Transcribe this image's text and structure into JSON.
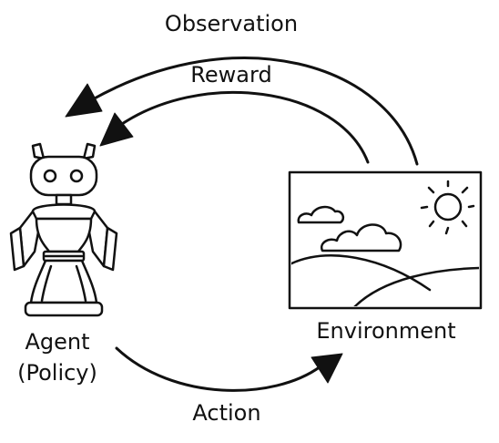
{
  "diagram": {
    "labels": {
      "observation": "Observation",
      "reward": "Reward",
      "action": "Action",
      "environment": "Environment",
      "agent_line1": "Agent",
      "agent_line2": "(Policy)"
    },
    "icons": {
      "agent": "robot-icon",
      "environment": "landscape-picture-icon",
      "sun": "sun-icon",
      "cloud": "cloud-icon",
      "arrow": "arrow-icon"
    },
    "colors": {
      "ink": "#111111",
      "background": "#ffffff"
    }
  }
}
